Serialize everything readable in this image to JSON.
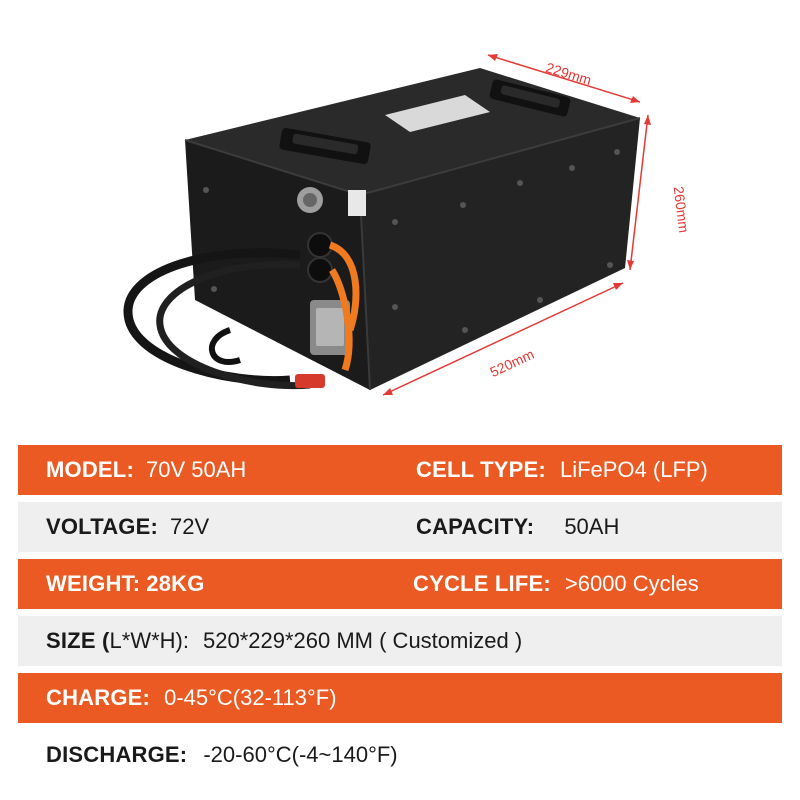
{
  "dimensions": {
    "width": "229mm",
    "height": "260mm",
    "length": "520mm"
  },
  "colors": {
    "accent": "#ea5a22",
    "band_gray": "#efefef",
    "dimension_red": "#e53935"
  },
  "specs": {
    "model_label": "MODEL:",
    "model_value": "70V 50AH",
    "cell_type_label": "CELL TYPE:",
    "cell_type_value": "LiFePO4 (LFP)",
    "voltage_label": "VOLTAGE:",
    "voltage_value": "72V",
    "capacity_label": "CAPACITY:",
    "capacity_value": "50AH",
    "weight_label": "WEIGHT:",
    "weight_value": "28KG",
    "cycle_life_label": "CYCLE LIFE:",
    "cycle_life_value": ">6000 Cycles",
    "size_label": "SIZE (",
    "size_dims": "L*W*H):",
    "size_value": "520*229*260 MM ( Customized )",
    "charge_label": "CHARGE:",
    "charge_value": "0-45°C(32-113°F)",
    "discharge_label": "DISCHARGE:",
    "discharge_value": "-20-60°C(-4~140°F)"
  }
}
